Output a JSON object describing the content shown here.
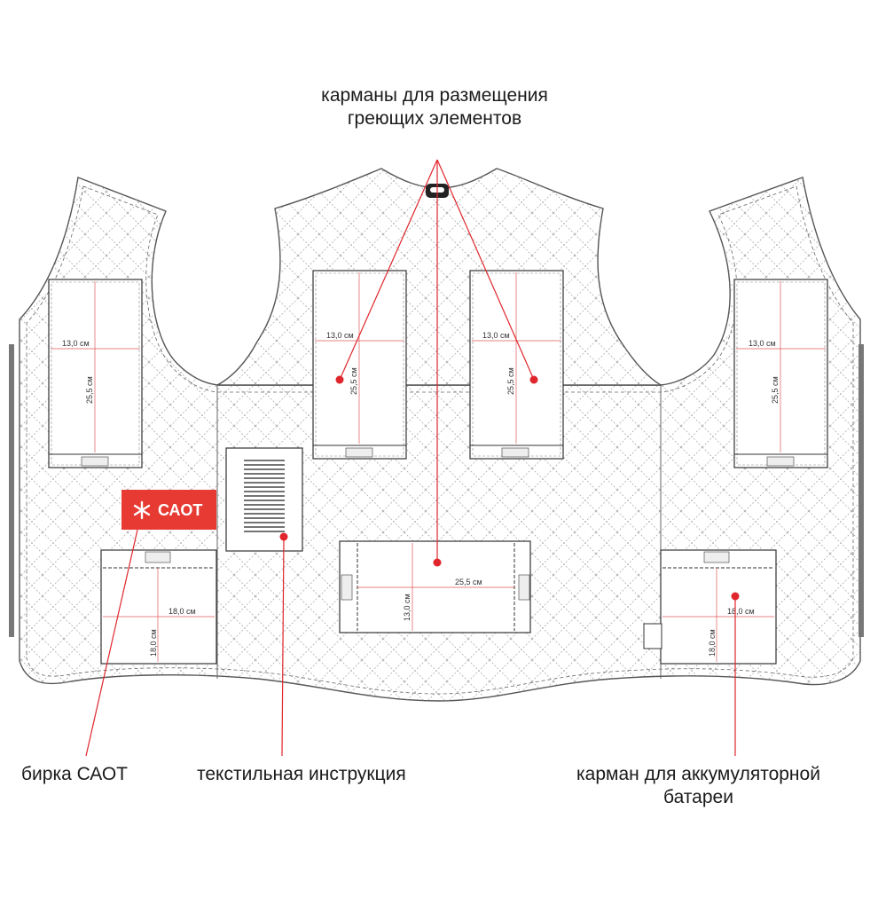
{
  "labels": {
    "heating_pockets": [
      "карманы для размещения",
      "греющих элементов"
    ],
    "saot_tag": "бирка САОТ",
    "instructions": "текстильная инструкция",
    "battery_pocket": [
      "карман для аккумуляторной",
      "батареи"
    ]
  },
  "tag": {
    "text": "САОТ",
    "icon": "asterisk-icon",
    "color": "#e63a33"
  },
  "dimensions": {
    "width_13": "13,0 см",
    "height_25_5": "25,5 см",
    "width_18": "18,0 см",
    "height_18": "18,0 см",
    "width_25_5": "25,5 см",
    "height_13": "13,0 см"
  },
  "colors": {
    "accent": "#e0262c",
    "outline": "#555555",
    "quilt": "#9a9a9a"
  }
}
